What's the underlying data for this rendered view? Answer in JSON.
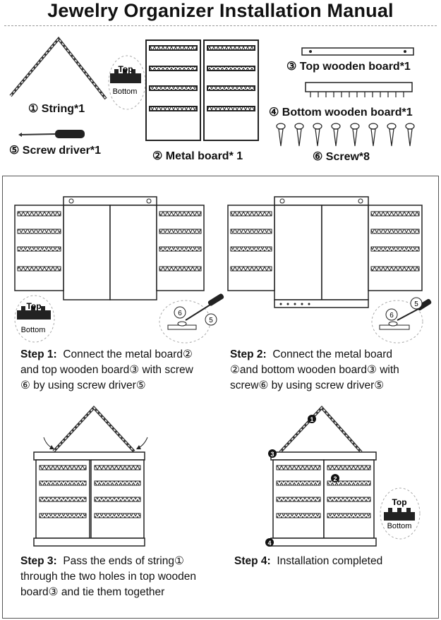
{
  "title": "Jewelry Organizer Installation Manual",
  "parts": {
    "string": "① String*1",
    "screw_driver": "⑤ Screw driver*1",
    "metal_board": "② Metal board* 1",
    "top_board": "③ Top wooden board*1",
    "bottom_board": "④ Bottom wooden board*1",
    "screw": "⑥ Screw*8"
  },
  "orientation": {
    "top": "Top",
    "bottom": "Bottom"
  },
  "callouts": {
    "screw": "6",
    "driver": "5",
    "m1": "1",
    "m2": "2",
    "m3": "3",
    "m4": "4"
  },
  "steps": [
    {
      "label": "Step 1:",
      "lines": [
        "Connect the metal board②",
        "and top wooden board③ with screw",
        "⑥ by using screw driver⑤"
      ]
    },
    {
      "label": "Step 2:",
      "lines": [
        "Connect the metal board",
        "②and bottom wooden board③ with",
        "screw⑥ by using screw driver⑤"
      ]
    },
    {
      "label": "Step 3:",
      "lines": [
        "Pass the ends of string①",
        "through the two holes in top wooden",
        "board③ and tie them together"
      ]
    },
    {
      "label": "Step 4:",
      "lines": [
        "Installation completed"
      ]
    }
  ]
}
